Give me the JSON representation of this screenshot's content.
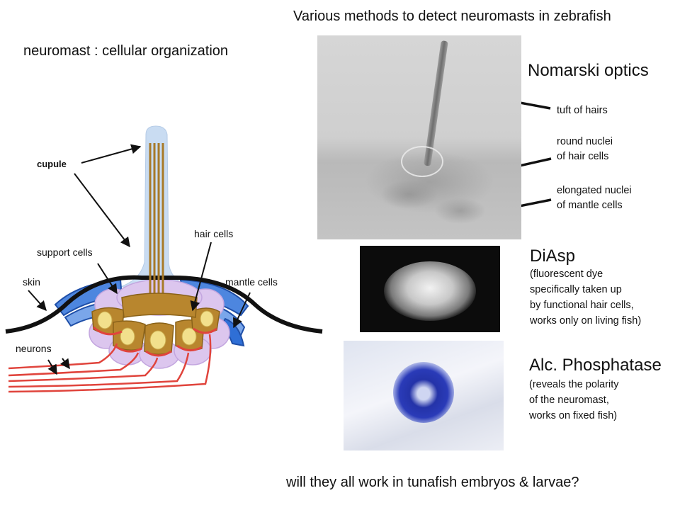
{
  "header": {
    "title": "Various methods to detect neuromasts in zebrafish",
    "left_title": "neuromast : cellular organization"
  },
  "diagram": {
    "labels": {
      "cupule": "cupule",
      "support_cells": "support cells",
      "hair_cells": "hair cells",
      "skin": "skin",
      "mantle_cells": "mantle cells",
      "neurons": "neurons"
    }
  },
  "methods": {
    "nomarski": {
      "title": "Nomarski optics",
      "annotations": {
        "tuft": "tuft of hairs",
        "round_nuclei_1": "round nuclei",
        "round_nuclei_2": "of hair cells",
        "elongated_1": "elongated nuclei",
        "elongated_2": "of mantle cells"
      }
    },
    "diasp": {
      "title": "DiAsp",
      "lines": [
        "(fluorescent dye",
        "specifically taken up",
        "by functional hair cells,",
        "works only on living fish)"
      ]
    },
    "alc": {
      "title": "Alc. Phosphatase",
      "lines": [
        "(reveals the polarity",
        "of the neuromast,",
        "works on fixed fish)"
      ]
    }
  },
  "footer": {
    "question": "will they all work in tunafish embryos & larvae?"
  },
  "colors": {
    "hair_cell": "#b8862e",
    "nucleus": "#f2e08c",
    "support_cell": "#dcc6ee",
    "mantle_cell": "#2f6fd6",
    "cupule": "#c9dcf2",
    "neuron": "#e0443c",
    "skin": "#111111"
  }
}
